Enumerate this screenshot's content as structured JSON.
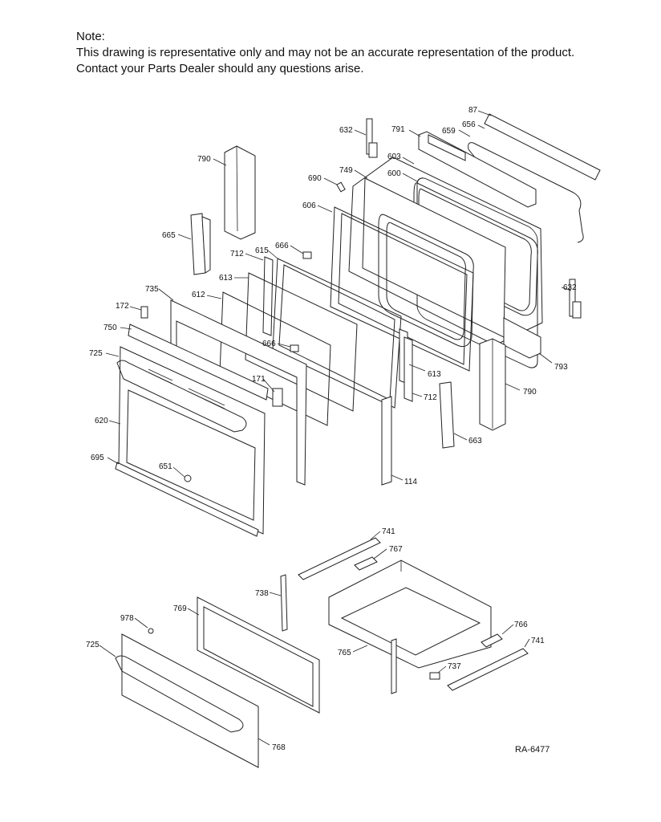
{
  "note": {
    "title": "Note:",
    "line1": "This drawing is representative only and may not be an accurate representation of the product.",
    "line2": "Contact your Parts Dealer should any questions arise."
  },
  "reference": "RA-6477",
  "labels": {
    "p87": "87",
    "p791": "791",
    "p659": "659",
    "p656": "656",
    "p632a": "632",
    "p603": "603",
    "p749": "749",
    "p600": "600",
    "p690": "690",
    "p790a": "790",
    "p606": "606",
    "p665": "665",
    "p666a": "666",
    "p615": "615",
    "p712a": "712",
    "p613a": "613",
    "p612": "612",
    "p735": "735",
    "p172": "172",
    "p750": "750",
    "p725a": "725",
    "p632b": "632",
    "p666b": "666",
    "p613b": "613",
    "p793": "793",
    "p790b": "790",
    "p171": "171",
    "p712b": "712",
    "p620": "620",
    "p663": "663",
    "p695": "695",
    "p651": "651",
    "p114": "114",
    "p741a": "741",
    "p767": "767",
    "p738": "738",
    "p769": "769",
    "p978": "978",
    "p766": "766",
    "p725b": "725",
    "p741b": "741",
    "p765": "765",
    "p737": "737",
    "p768": "768"
  }
}
